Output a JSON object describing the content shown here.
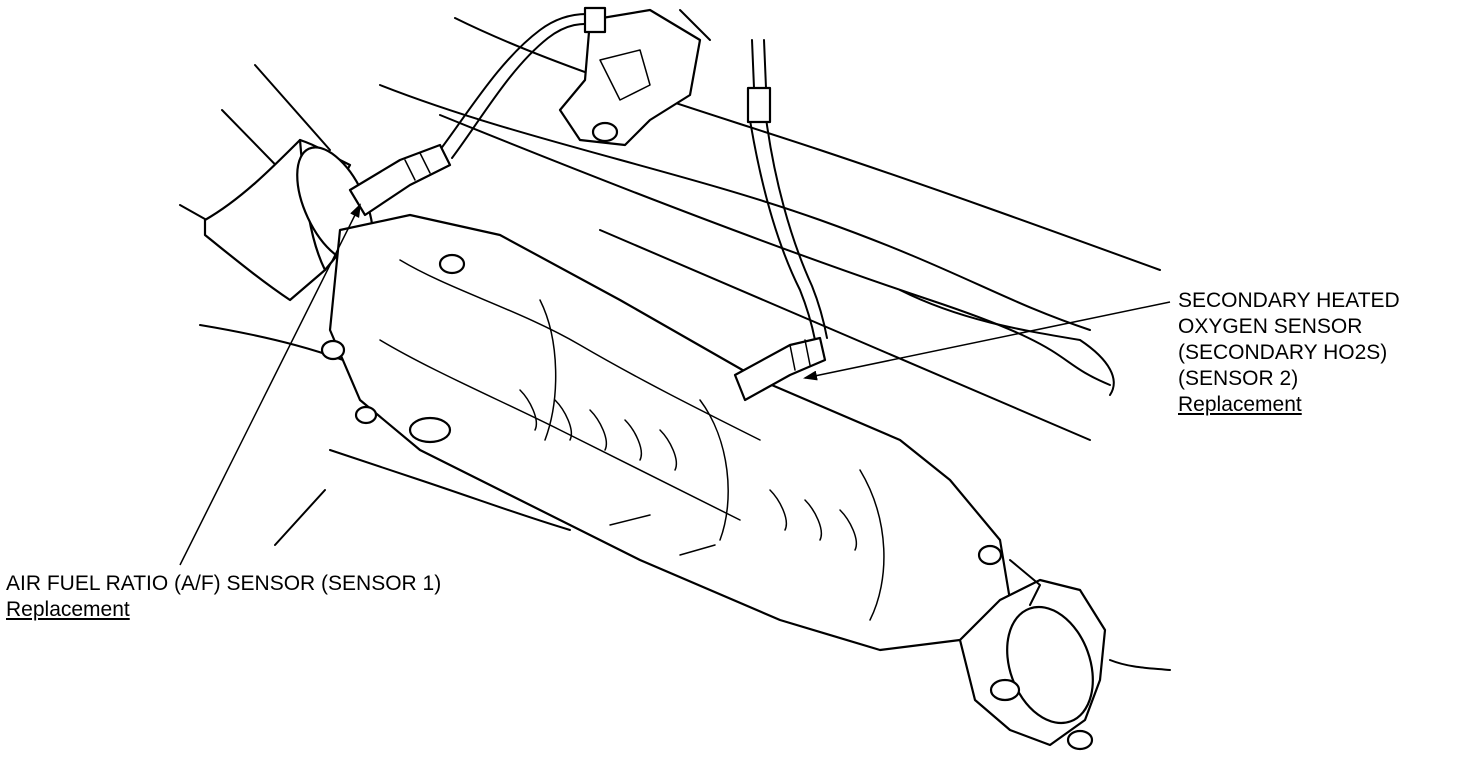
{
  "callouts": {
    "af_sensor": {
      "title": "AIR FUEL RATIO (A/F) SENSOR (SENSOR 1)",
      "link": "Replacement"
    },
    "secondary_ho2s": {
      "line1": "SECONDARY HEATED",
      "line2": "OXYGEN SENSOR",
      "line3": "(SECONDARY HO2S)",
      "line4": "(SENSOR 2)",
      "link": "Replacement"
    }
  },
  "colors": {
    "ink": "#000000",
    "paper": "#ffffff"
  }
}
